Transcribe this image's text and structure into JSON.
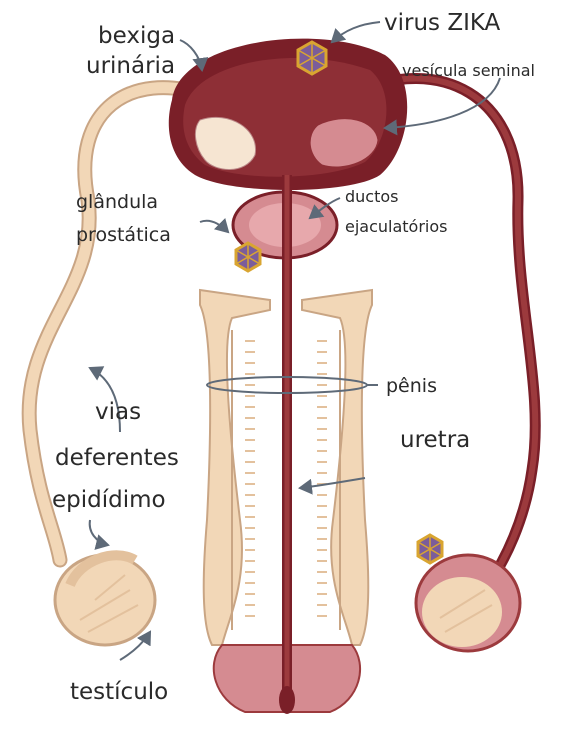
{
  "labels": {
    "bexiga": [
      "bexiga",
      "urinária"
    ],
    "virus": "virus ZIKA",
    "vesicula": "vesícula seminal",
    "glandula": [
      "glândula",
      "prostática"
    ],
    "ductos": [
      "ductos",
      "ejaculatórios"
    ],
    "penis": "pênis",
    "uretra": "uretra",
    "vias": [
      "vias",
      "deferentes"
    ],
    "epididimo": "epidídimo",
    "testiculo": "testículo"
  },
  "colors": {
    "organ_dark": "#7a1f28",
    "organ_mid": "#9c3a3d",
    "duct_light": "#f2d7b7",
    "duct_edge": "#c9a584",
    "tissue_pink": "#d58b91",
    "virus_gold": "#d9a531",
    "virus_purple": "#7b5d9a",
    "arrow_gray": "#5e6a78"
  },
  "icons": [
    "zika-virus-icon",
    "arrow-icon"
  ]
}
